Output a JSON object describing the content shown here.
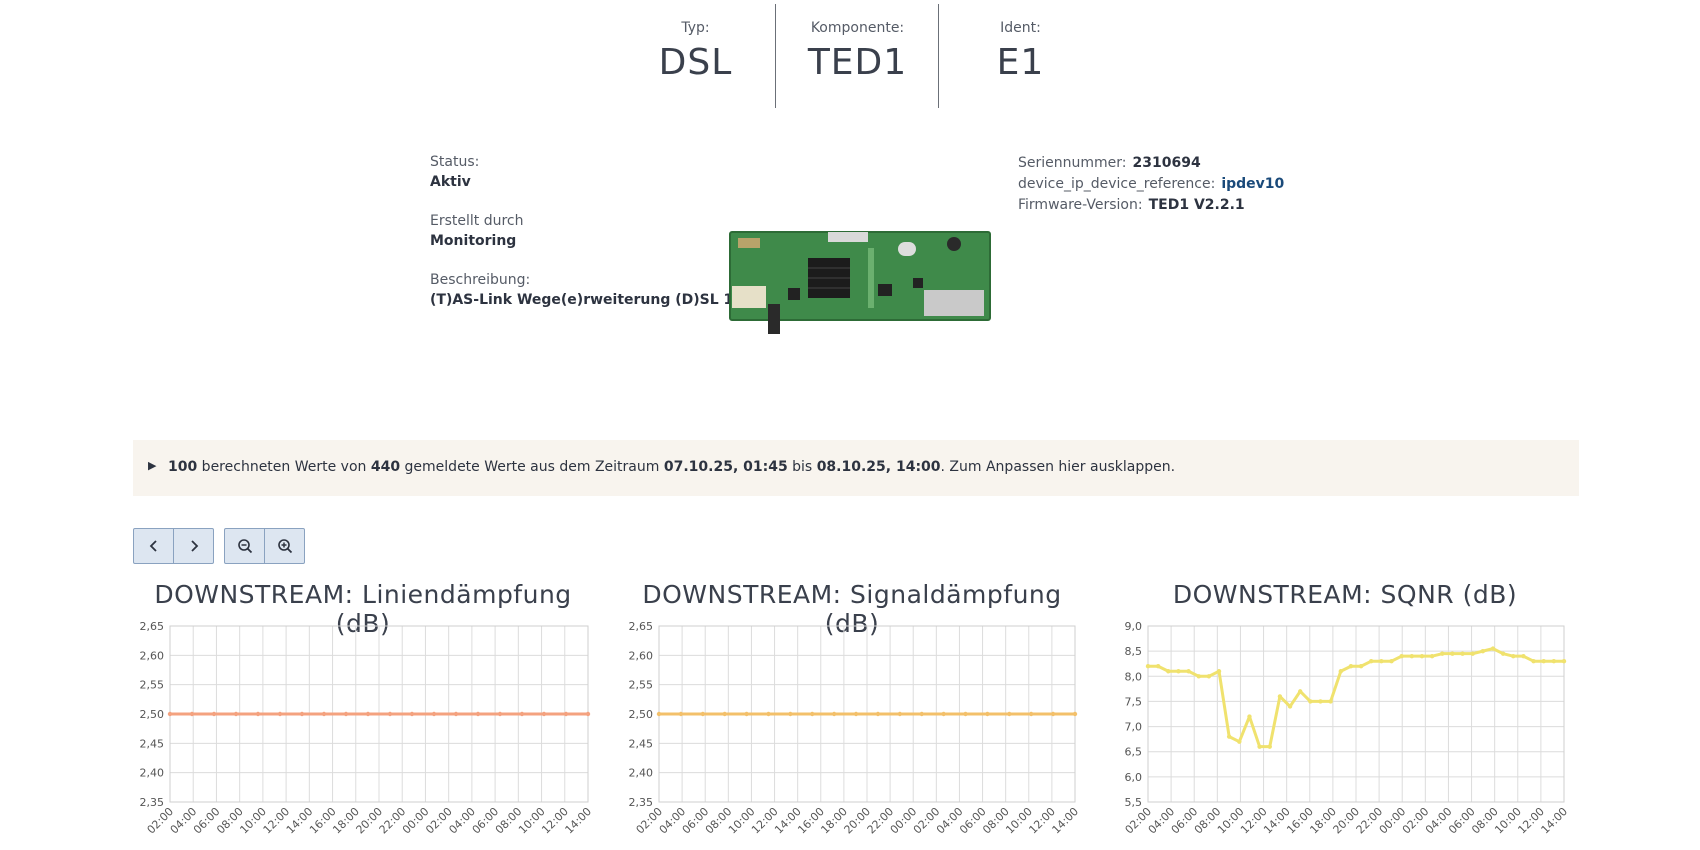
{
  "header": {
    "typ_label": "Typ:",
    "typ_value": "DSL",
    "komponente_label": "Komponente:",
    "komponente_value": "TED1",
    "ident_label": "Ident:",
    "ident_value": "E1"
  },
  "details": {
    "status_label": "Status:",
    "status_value": "Aktiv",
    "erstellt_label": "Erstellt durch",
    "erstellt_value": "Monitoring",
    "beschreibung_label": "Beschreibung:",
    "beschreibung_value": "(T)AS-Link Wege(e)rweiterung (D)SL 1"
  },
  "info": {
    "serien_label": "Seriennummer:",
    "serien_value": "2310694",
    "ipref_label": "device_ip_device_reference:",
    "ipref_value": "ipdev10",
    "firmware_label": "Firmware-Version:",
    "firmware_value": "TED1 V2.2.1"
  },
  "banner": {
    "count": "100",
    "t1": " berechneten Werte von ",
    "reported": "440",
    "t2": " gemeldete Werte aus dem Zeitraum ",
    "from": "07.10.25, 01:45",
    "t3": " bis ",
    "to": "08.10.25, 14:00",
    "t4": ". Zum Anpassen hier ausklappen."
  },
  "toolbar": {
    "prev_icon": "chevron-left-icon",
    "next_icon": "chevron-right-icon",
    "zoom_out_icon": "zoom-out-icon",
    "zoom_in_icon": "zoom-in-icon"
  },
  "chart_data": [
    {
      "type": "line",
      "title": "DOWNSTREAM: Liniendämpfung (dB)",
      "color": "#f4a27f",
      "yticks": [
        "2,65",
        "2,60",
        "2,55",
        "2,50",
        "2,45",
        "2,40",
        "2,35"
      ],
      "ylim": [
        2.35,
        2.65
      ],
      "xticks": [
        "02:00",
        "04:00",
        "06:00",
        "08:00",
        "10:00",
        "12:00",
        "14:00",
        "16:00",
        "18:00",
        "20:00",
        "22:00",
        "00:00",
        "02:00",
        "04:00",
        "06:00",
        "08:00",
        "10:00",
        "12:00",
        "14:00"
      ],
      "series": [
        {
          "values": [
            2.5,
            2.5,
            2.5,
            2.5,
            2.5,
            2.5,
            2.5,
            2.5,
            2.5,
            2.5,
            2.5,
            2.5,
            2.5,
            2.5,
            2.5,
            2.5,
            2.5,
            2.5,
            2.5,
            2.5
          ]
        }
      ]
    },
    {
      "type": "line",
      "title": "DOWNSTREAM: Signaldämpfung (dB)",
      "color": "#f3c06a",
      "yticks": [
        "2,65",
        "2,60",
        "2,55",
        "2,50",
        "2,45",
        "2,40",
        "2,35"
      ],
      "ylim": [
        2.35,
        2.65
      ],
      "xticks": [
        "02:00",
        "04:00",
        "06:00",
        "08:00",
        "10:00",
        "12:00",
        "14:00",
        "16:00",
        "18:00",
        "20:00",
        "22:00",
        "00:00",
        "02:00",
        "04:00",
        "06:00",
        "08:00",
        "10:00",
        "12:00",
        "14:00"
      ],
      "series": [
        {
          "values": [
            2.5,
            2.5,
            2.5,
            2.5,
            2.5,
            2.5,
            2.5,
            2.5,
            2.5,
            2.5,
            2.5,
            2.5,
            2.5,
            2.5,
            2.5,
            2.5,
            2.5,
            2.5,
            2.5,
            2.5
          ]
        }
      ]
    },
    {
      "type": "line",
      "title": "DOWNSTREAM: SQNR (dB)",
      "color": "#f0e26e",
      "yticks": [
        "9,0",
        "8,5",
        "8,0",
        "7,5",
        "7,0",
        "6,5",
        "6,0",
        "5,5"
      ],
      "ylim": [
        5.5,
        9.0
      ],
      "xticks": [
        "02:00",
        "04:00",
        "06:00",
        "08:00",
        "10:00",
        "12:00",
        "14:00",
        "16:00",
        "18:00",
        "20:00",
        "22:00",
        "00:00",
        "02:00",
        "04:00",
        "06:00",
        "08:00",
        "10:00",
        "12:00",
        "14:00"
      ],
      "series": [
        {
          "values": [
            8.2,
            8.2,
            8.1,
            8.1,
            8.1,
            8.0,
            8.0,
            8.1,
            6.8,
            6.7,
            7.2,
            6.6,
            6.6,
            7.6,
            7.4,
            7.7,
            7.5,
            7.5,
            7.5,
            8.1,
            8.2,
            8.2,
            8.3,
            8.3,
            8.3,
            8.4,
            8.4,
            8.4,
            8.4,
            8.45,
            8.45,
            8.45,
            8.45,
            8.5,
            8.55,
            8.45,
            8.4,
            8.4,
            8.3,
            8.3,
            8.3,
            8.3
          ]
        }
      ]
    }
  ]
}
